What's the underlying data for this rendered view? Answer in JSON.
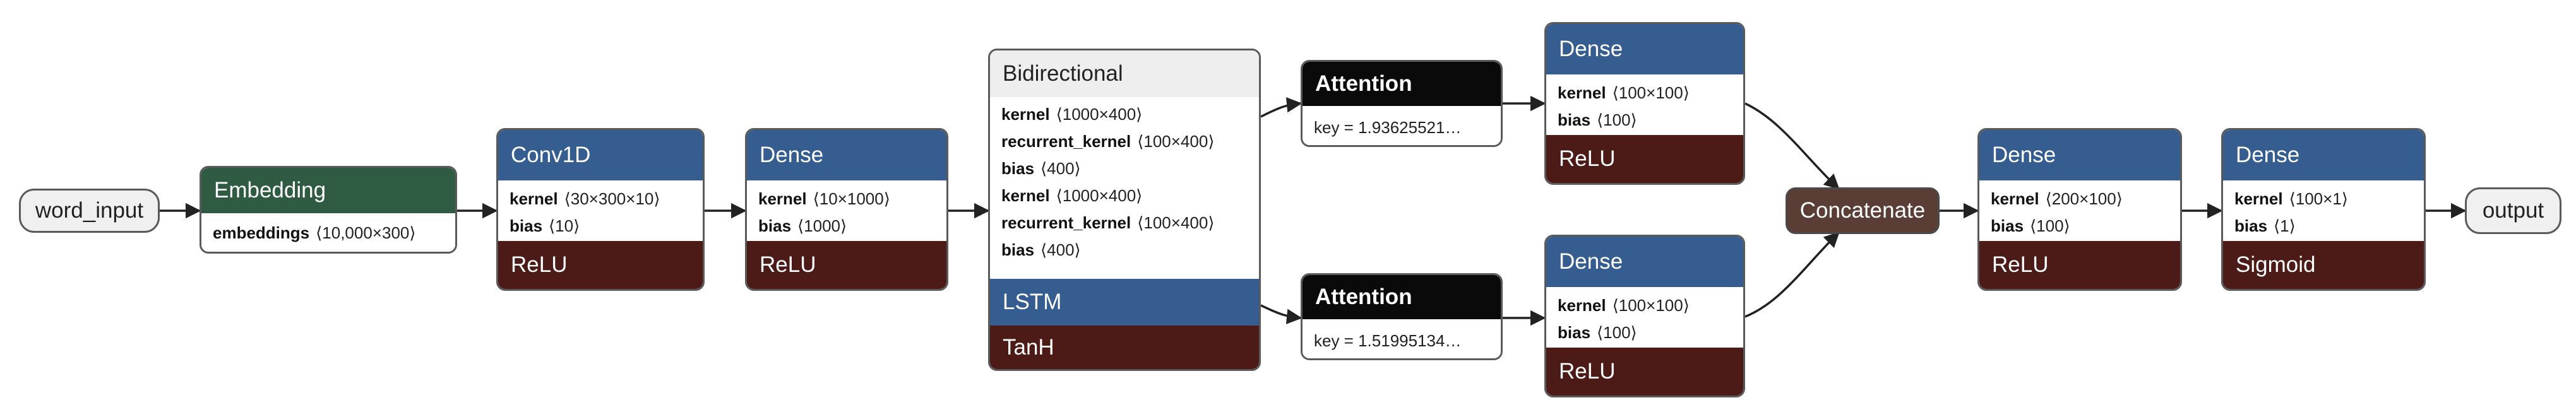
{
  "nodes": {
    "word_input": {
      "label": "word_input"
    },
    "embedding": {
      "title": "Embedding",
      "params": [
        {
          "name": "embeddings",
          "value": "⟨10,000×300⟩"
        }
      ]
    },
    "conv1d": {
      "title": "Conv1D",
      "params": [
        {
          "name": "kernel",
          "value": "⟨30×300×10⟩"
        },
        {
          "name": "bias",
          "value": "⟨10⟩"
        }
      ],
      "activation": "ReLU"
    },
    "dense1": {
      "title": "Dense",
      "params": [
        {
          "name": "kernel",
          "value": "⟨10×1000⟩"
        },
        {
          "name": "bias",
          "value": "⟨1000⟩"
        }
      ],
      "activation": "ReLU"
    },
    "bidirectional": {
      "title": "Bidirectional",
      "params": [
        {
          "name": "kernel",
          "value": "⟨1000×400⟩"
        },
        {
          "name": "recurrent_kernel",
          "value": "⟨100×400⟩"
        },
        {
          "name": "bias",
          "value": "⟨400⟩"
        },
        {
          "name": "kernel",
          "value": "⟨1000×400⟩"
        },
        {
          "name": "recurrent_kernel",
          "value": "⟨100×400⟩"
        },
        {
          "name": "bias",
          "value": "⟨400⟩"
        }
      ],
      "sublayer": "LSTM",
      "activation": "TanH"
    },
    "attention1": {
      "title": "Attention",
      "key": "key = 1.93625521…"
    },
    "attention2": {
      "title": "Attention",
      "key": "key = 1.51995134…"
    },
    "dense2": {
      "title": "Dense",
      "params": [
        {
          "name": "kernel",
          "value": "⟨100×100⟩"
        },
        {
          "name": "bias",
          "value": "⟨100⟩"
        }
      ],
      "activation": "ReLU"
    },
    "dense3": {
      "title": "Dense",
      "params": [
        {
          "name": "kernel",
          "value": "⟨100×100⟩"
        },
        {
          "name": "bias",
          "value": "⟨100⟩"
        }
      ],
      "activation": "ReLU"
    },
    "concatenate": {
      "label": "Concatenate"
    },
    "dense4": {
      "title": "Dense",
      "params": [
        {
          "name": "kernel",
          "value": "⟨200×100⟩"
        },
        {
          "name": "bias",
          "value": "⟨100⟩"
        }
      ],
      "activation": "ReLU"
    },
    "dense5": {
      "title": "Dense",
      "params": [
        {
          "name": "kernel",
          "value": "⟨100×1⟩"
        },
        {
          "name": "bias",
          "value": "⟨1⟩"
        }
      ],
      "activation": "Sigmoid"
    },
    "output": {
      "label": "output"
    }
  },
  "colors": {
    "layer_header": "#355d90",
    "embedding_header": "#2f5b43",
    "attention_header": "#0a0a0a",
    "activation": "#4c1b17",
    "concatenate": "#5a3e36",
    "io_fill": "#f0f0f0",
    "edge": "#222222"
  }
}
